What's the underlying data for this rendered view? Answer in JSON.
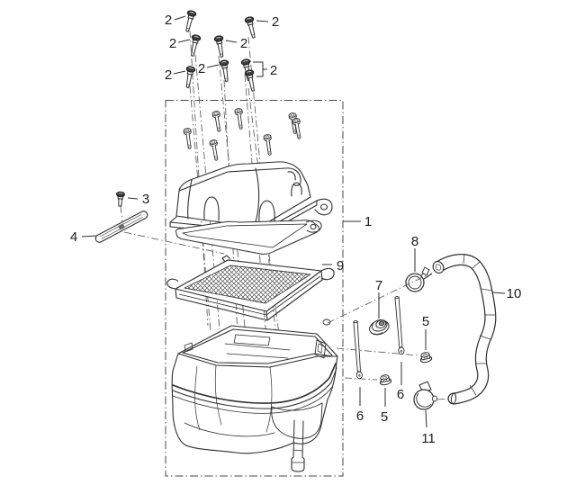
{
  "diagram": {
    "type": "exploded-parts-diagram",
    "colors": {
      "background": "#ffffff",
      "line": "#2e2e2e",
      "screw_head": "#3d3d3d",
      "mesh_line": "#555555"
    },
    "callouts": {
      "c1": "1",
      "c2a": "2",
      "c2b": "2",
      "c2c": "2",
      "c2d": "2",
      "c2e": "2",
      "c2f": "2",
      "c2g": "2",
      "c3": "3",
      "c4": "4",
      "c5a": "5",
      "c5b": "5",
      "c6a": "6",
      "c6b": "6",
      "c7": "7",
      "c8": "8",
      "c9": "9",
      "c10": "10",
      "c11": "11"
    }
  }
}
